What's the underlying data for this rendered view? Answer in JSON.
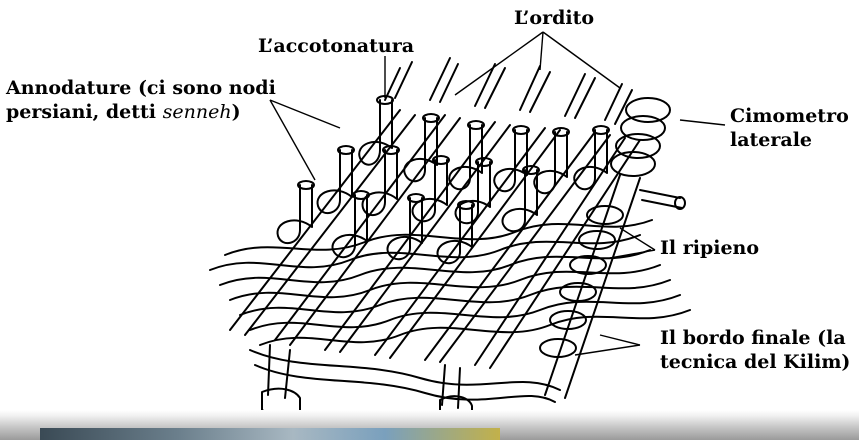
{
  "labels": {
    "ordito": "L’ordito",
    "accotonatura": "L’accotonatura",
    "annodature_line1": "Annodature (ci sono nodi",
    "annodature_line2_prefix": "persiani, detti ",
    "annodature_line2_italic": "senneh",
    "annodature_line2_suffix": ")",
    "cimometro_line1": "Cimometro",
    "cimometro_line2": "laterale",
    "ripieno": "Il ripieno",
    "bordo_line1": "Il bordo finale (la",
    "bordo_line2": "tecnica del Kilim)"
  },
  "colors": {
    "ink": "#000000",
    "background": "#ffffff"
  }
}
